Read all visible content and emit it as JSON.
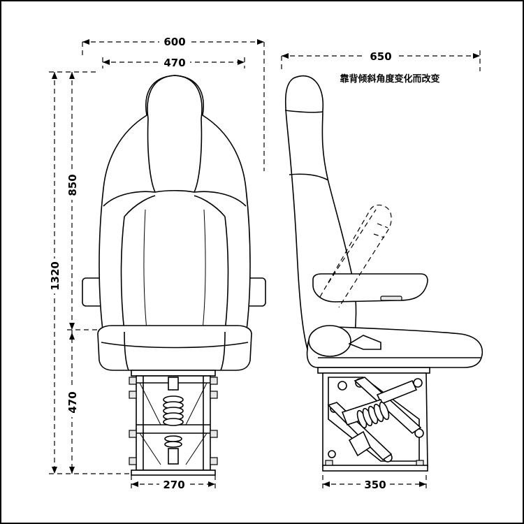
{
  "dimensions": {
    "overall_width": "600",
    "inner_width": "470",
    "side_depth": "650",
    "total_height": "1320",
    "back_height": "850",
    "base_height": "470",
    "base_width_front": "270",
    "base_width_side": "350"
  },
  "note": "靠背倾斜角度变化而改变"
}
